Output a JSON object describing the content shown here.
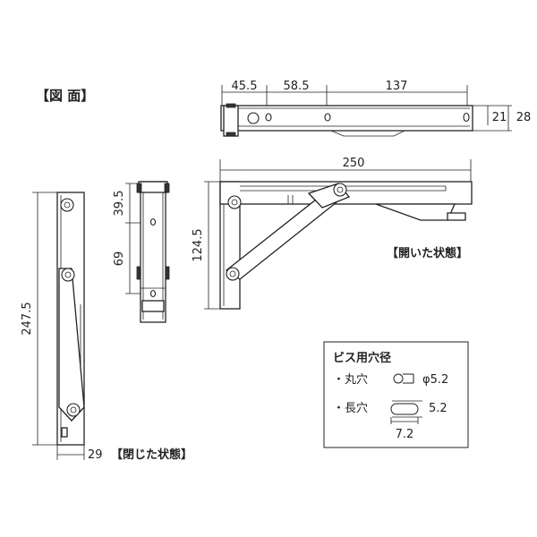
{
  "title": "【図 面】",
  "top_view": {
    "dims": {
      "seg1": "45.5",
      "seg2": "58.5",
      "seg3": "137",
      "height_inner": "21",
      "height_outer": "28"
    }
  },
  "open_view": {
    "caption": "【開いた状態】",
    "dims": {
      "length": "250",
      "height": "124.5"
    }
  },
  "side_view": {
    "dims": {
      "upper": "39.5",
      "lower": "69"
    }
  },
  "closed_view": {
    "caption": "【閉じた状態】",
    "dims": {
      "length": "247.5",
      "width": "29"
    }
  },
  "legend": {
    "title": "ビス用穴径",
    "round_label": "・丸穴",
    "round_value": "φ5.2",
    "slot_label": "・長穴",
    "slot_height": "5.2",
    "slot_width": "7.2"
  }
}
